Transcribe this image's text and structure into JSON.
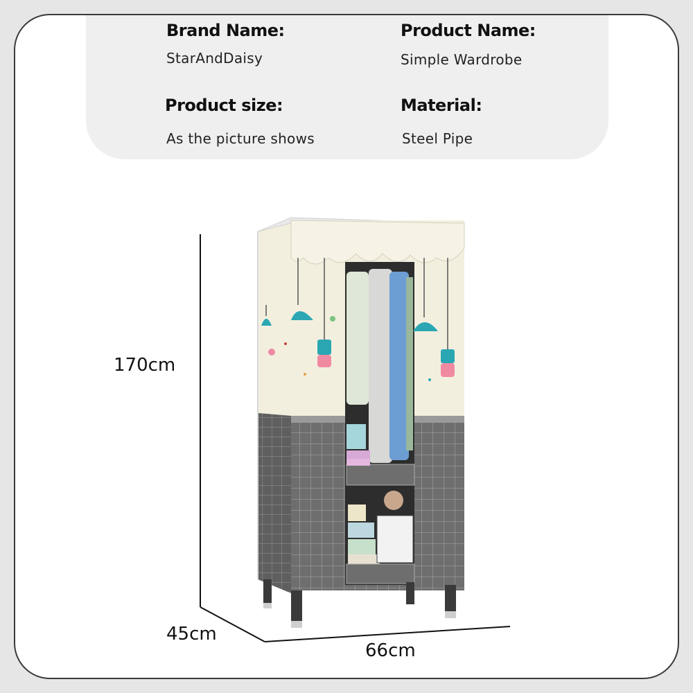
{
  "specs": {
    "brand_label": "Brand Name:",
    "brand_value": "StarAndDaisy",
    "product_label": "Product Name:",
    "product_value": "Simple Wardrobe",
    "size_label": "Product size:",
    "size_value": "As the picture shows",
    "material_label": "Material:",
    "material_value": "Steel Pipe"
  },
  "dimensions": {
    "height": "170cm",
    "depth": "45cm",
    "width": "66cm"
  },
  "colors": {
    "panel": "#efefef",
    "border": "#3a3a3a",
    "fabric_top": "#f3efdf",
    "fabric_bottom": "#6e6e6e",
    "lamp_teal": "#2aa7b3"
  }
}
